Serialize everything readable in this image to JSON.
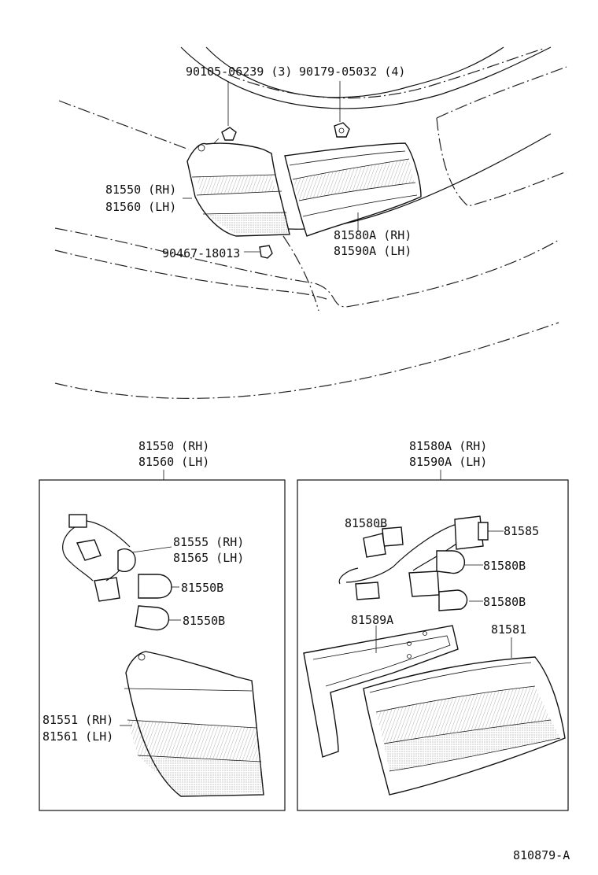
{
  "labels": {
    "bolt": "90105-06239 (3)",
    "nut": "90179-05032 (4)",
    "lamp_rh": "81550 (RH)",
    "lamp_lh": "81560 (LH)",
    "clip": "90467-18013",
    "inner_rh": "81580A (RH)",
    "inner_lh": "81590A (LH)",
    "box1_rh": "81550 (RH)",
    "box1_lh": "81560 (LH)",
    "socket_rh": "81555 (RH)",
    "socket_lh": "81565 (LH)",
    "bulb_a": "81550B",
    "bulb_b": "81550B",
    "lens_rh": "81551 (RH)",
    "lens_lh": "81561 (LH)",
    "box2_rh": "81580A (RH)",
    "box2_lh": "81590A (LH)",
    "bulb_c": "81580B",
    "socket_c": "81585",
    "bulb_d": "81580B",
    "bulb_e": "81580B",
    "gasket": "81589A",
    "lens_inner": "81581",
    "figure_code": "810879-A"
  }
}
